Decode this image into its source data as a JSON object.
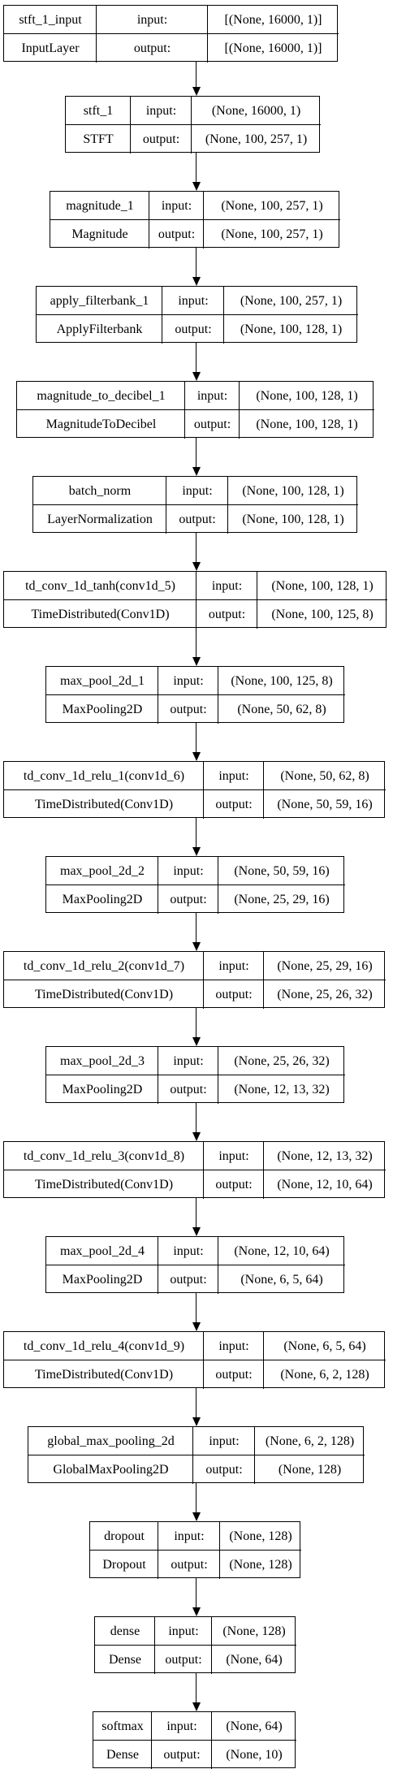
{
  "diagram": {
    "type": "keras_model_plot",
    "labels": {
      "input": "input:",
      "output": "output:"
    },
    "nodes": [
      {
        "name": "stft_1_input",
        "class": "InputLayer",
        "input": "[(None, 16000, 1)]",
        "output": "[(None, 16000, 1)]"
      },
      {
        "name": "stft_1",
        "class": "STFT",
        "input": "(None, 16000, 1)",
        "output": "(None, 100, 257, 1)"
      },
      {
        "name": "magnitude_1",
        "class": "Magnitude",
        "input": "(None, 100, 257, 1)",
        "output": "(None, 100, 257, 1)"
      },
      {
        "name": "apply_filterbank_1",
        "class": "ApplyFilterbank",
        "input": "(None, 100, 257, 1)",
        "output": "(None, 100, 128, 1)"
      },
      {
        "name": "magnitude_to_decibel_1",
        "class": "MagnitudeToDecibel",
        "input": "(None, 100, 128, 1)",
        "output": "(None, 100, 128, 1)"
      },
      {
        "name": "batch_norm",
        "class": "LayerNormalization",
        "input": "(None, 100, 128, 1)",
        "output": "(None, 100, 128, 1)"
      },
      {
        "name": "td_conv_1d_tanh(conv1d_5)",
        "class": "TimeDistributed(Conv1D)",
        "input": "(None, 100, 128, 1)",
        "output": "(None, 100, 125, 8)"
      },
      {
        "name": "max_pool_2d_1",
        "class": "MaxPooling2D",
        "input": "(None, 100, 125, 8)",
        "output": "(None, 50, 62, 8)"
      },
      {
        "name": "td_conv_1d_relu_1(conv1d_6)",
        "class": "TimeDistributed(Conv1D)",
        "input": "(None, 50, 62, 8)",
        "output": "(None, 50, 59, 16)"
      },
      {
        "name": "max_pool_2d_2",
        "class": "MaxPooling2D",
        "input": "(None, 50, 59, 16)",
        "output": "(None, 25, 29, 16)"
      },
      {
        "name": "td_conv_1d_relu_2(conv1d_7)",
        "class": "TimeDistributed(Conv1D)",
        "input": "(None, 25, 29, 16)",
        "output": "(None, 25, 26, 32)"
      },
      {
        "name": "max_pool_2d_3",
        "class": "MaxPooling2D",
        "input": "(None, 25, 26, 32)",
        "output": "(None, 12, 13, 32)"
      },
      {
        "name": "td_conv_1d_relu_3(conv1d_8)",
        "class": "TimeDistributed(Conv1D)",
        "input": "(None, 12, 13, 32)",
        "output": "(None, 12, 10, 64)"
      },
      {
        "name": "max_pool_2d_4",
        "class": "MaxPooling2D",
        "input": "(None, 12, 10, 64)",
        "output": "(None, 6, 5, 64)"
      },
      {
        "name": "td_conv_1d_relu_4(conv1d_9)",
        "class": "TimeDistributed(Conv1D)",
        "input": "(None, 6, 5, 64)",
        "output": "(None, 6, 2, 128)"
      },
      {
        "name": "global_max_pooling_2d",
        "class": "GlobalMaxPooling2D",
        "input": "(None, 6, 2, 128)",
        "output": "(None, 128)"
      },
      {
        "name": "dropout",
        "class": "Dropout",
        "input": "(None, 128)",
        "output": "(None, 128)"
      },
      {
        "name": "dense",
        "class": "Dense",
        "input": "(None, 128)",
        "output": "(None, 64)"
      },
      {
        "name": "softmax",
        "class": "Dense",
        "input": "(None, 64)",
        "output": "(None, 10)"
      }
    ]
  }
}
